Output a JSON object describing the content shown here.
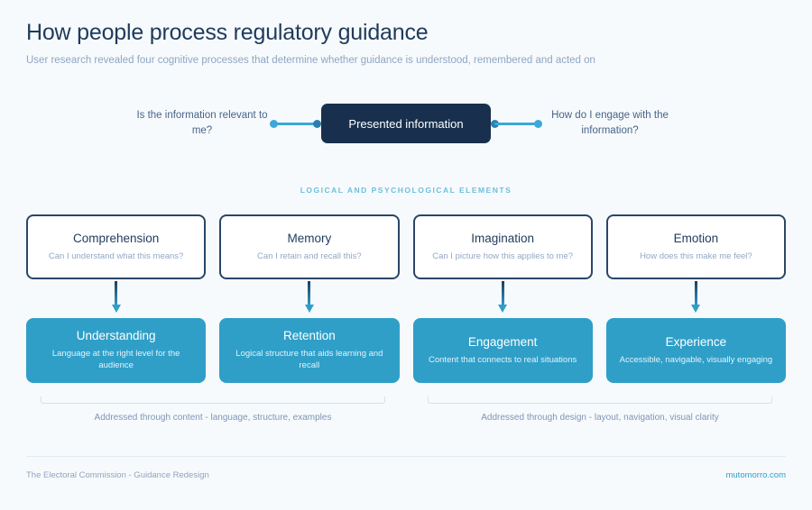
{
  "header": {
    "title": "How people process regulatory guidance",
    "subtitle": "User research revealed four cognitive processes that determine whether guidance is understood, remembered and acted on"
  },
  "top_row": {
    "left_question": "Is the information relevant to me?",
    "center_box": "Presented information",
    "right_question": "How do I engage with the information?"
  },
  "section_label": "LOGICAL AND PSYCHOLOGICAL ELEMENTS",
  "elements": [
    {
      "title": "Comprehension",
      "question": "Can I understand what this means?"
    },
    {
      "title": "Memory",
      "question": "Can I retain and recall this?"
    },
    {
      "title": "Imagination",
      "question": "Can I picture how this applies to me?"
    },
    {
      "title": "Emotion",
      "question": "How does this make me feel?"
    }
  ],
  "outcomes": [
    {
      "title": "Understanding",
      "description": "Language at the right level for the audience"
    },
    {
      "title": "Retention",
      "description": "Logical structure that aids learning and recall"
    },
    {
      "title": "Engagement",
      "description": "Content that connects to real situations"
    },
    {
      "title": "Experience",
      "description": "Accessible, navigable, visually engaging"
    }
  ],
  "brackets": {
    "left_caption": "Addressed through content - language, structure, examples",
    "right_caption": "Addressed through design - layout, navigation, visual clarity"
  },
  "footer": {
    "left": "The Electoral Commission - Guidance Redesign",
    "right": "mutomorro.com"
  },
  "colors": {
    "background": "#f7fafc",
    "navy": "#18304e",
    "accent_blue": "#2f9fc8",
    "light_blue": "#6cbfdf",
    "muted_text": "#8ea5c4"
  }
}
